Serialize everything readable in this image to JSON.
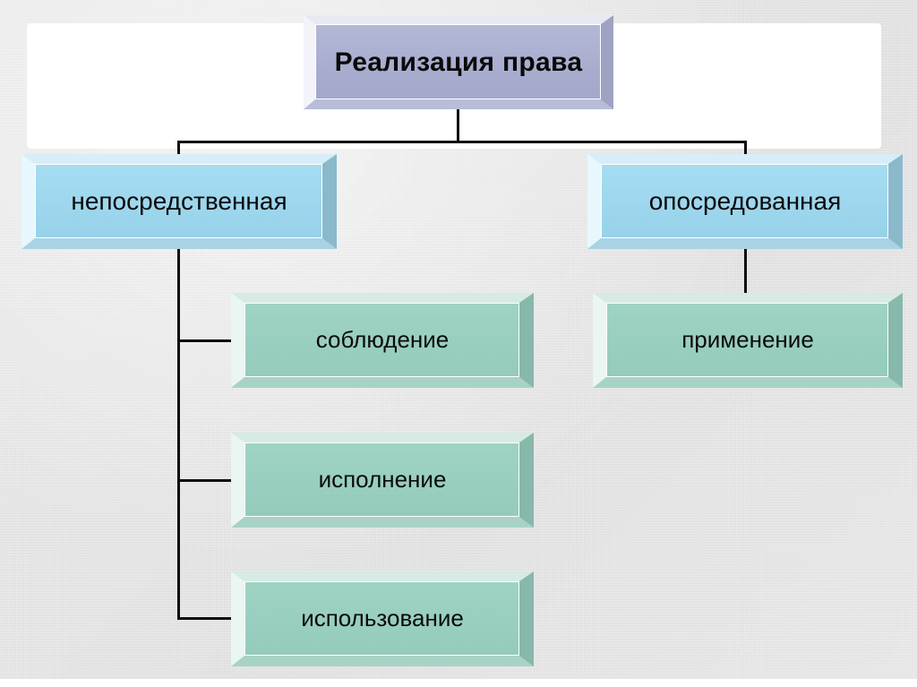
{
  "diagram": {
    "title": "Реализация права",
    "type": "hierarchy-tree",
    "background_color": "#e5e5e5",
    "panel_color": "#ffffff",
    "nodes": {
      "root": {
        "label": "Реализация права",
        "level": 0,
        "fill": "#a8adcd",
        "shape": "beveled-rectangle"
      },
      "branch_left": {
        "label": "непосредственная",
        "level": 1,
        "fill": "#9ed7ee",
        "shape": "beveled-rectangle"
      },
      "branch_right": {
        "label": "опосредованная",
        "level": 1,
        "fill": "#9ed7ee",
        "shape": "beveled-rectangle"
      },
      "leaf_1": {
        "label": "соблюдение",
        "level": 2,
        "parent": "непосредственная",
        "fill": "#99cfc0",
        "shape": "beveled-rectangle"
      },
      "leaf_2": {
        "label": "исполнение",
        "level": 2,
        "parent": "непосредственная",
        "fill": "#99cfc0",
        "shape": "beveled-rectangle"
      },
      "leaf_3": {
        "label": "использование",
        "level": 2,
        "parent": "непосредственная",
        "fill": "#99cfc0",
        "shape": "beveled-rectangle"
      },
      "leaf_4": {
        "label": "применение",
        "level": 2,
        "parent": "опосредованная",
        "fill": "#99cfc0",
        "shape": "beveled-rectangle"
      }
    },
    "connector_color": "#0d0d12"
  }
}
